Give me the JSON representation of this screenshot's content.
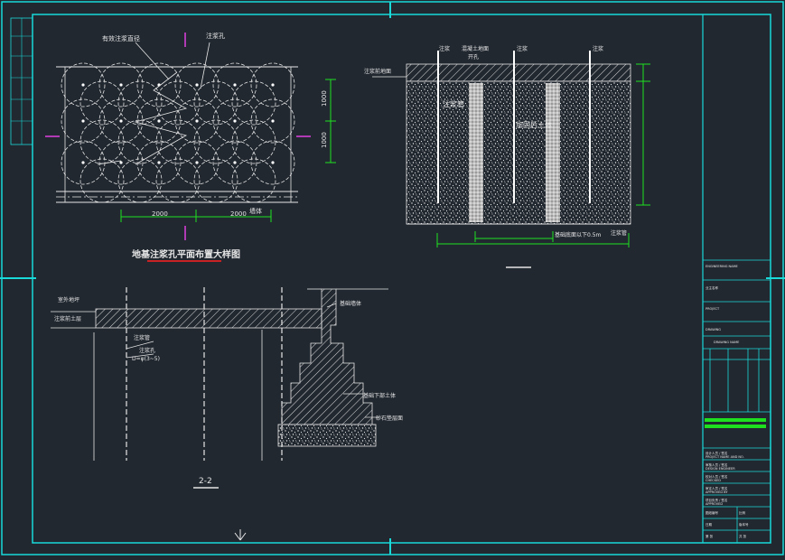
{
  "colors": {
    "background": "#212830",
    "frame": "#19d9d9",
    "line": "#e6e6e6",
    "magenta": "#e040e0",
    "green": "#1fe01f",
    "red": "#ff2020"
  },
  "plan": {
    "title": "地基注浆孔平面布置大样图",
    "label_pile": "有效注浆直径",
    "label_hole": "注浆孔",
    "label_wall": "墙体",
    "dim_x1": "2000",
    "dim_x2": "2000",
    "dim_y1": "1000",
    "dim_y2": "1000"
  },
  "section": {
    "label_l1": "注浆",
    "label_l2": "混凝土地面",
    "label_l3": "注浆",
    "label_l4": "注浆",
    "label_sub1": "开孔",
    "label_fill": "注浆前地面",
    "label_zone1": "注浆管",
    "label_zone2": "加固后土体",
    "label_bottom1": "基础底面以下0.5m",
    "label_bottom2": "注浆管"
  },
  "section22": {
    "title": "2-2",
    "label_a": "室外地坪",
    "label_b": "注浆前土层",
    "label_c": "注浆管",
    "label_d": "注浆孔",
    "label_e": "D=φ(3~5)",
    "label_wall": "基础墙体",
    "label_found": "基础下部土体",
    "label_base": "砂石垫层面"
  },
  "titleblock": {
    "r1": "ENGINEERING NAME",
    "r2": "业主名称",
    "r3": "PROJECT",
    "r4": "DRAWING",
    "r5": "DRAWING NAME",
    "rows": [
      "设计人员 / 签名",
      "PROJECT NAME AND NO.",
      "审核人员 / 签名",
      "DESIGN ENGINEER",
      "校对人员 / 签名",
      "CHECKED",
      "审定人员 / 签名",
      "APPROVED BY",
      "项目负责 / 签名",
      "APPROVED"
    ],
    "b1": "图纸编号",
    "b2": "比例",
    "b3": "日期",
    "b4": "版本号",
    "b5": "第 张",
    "b6": "共 张"
  }
}
